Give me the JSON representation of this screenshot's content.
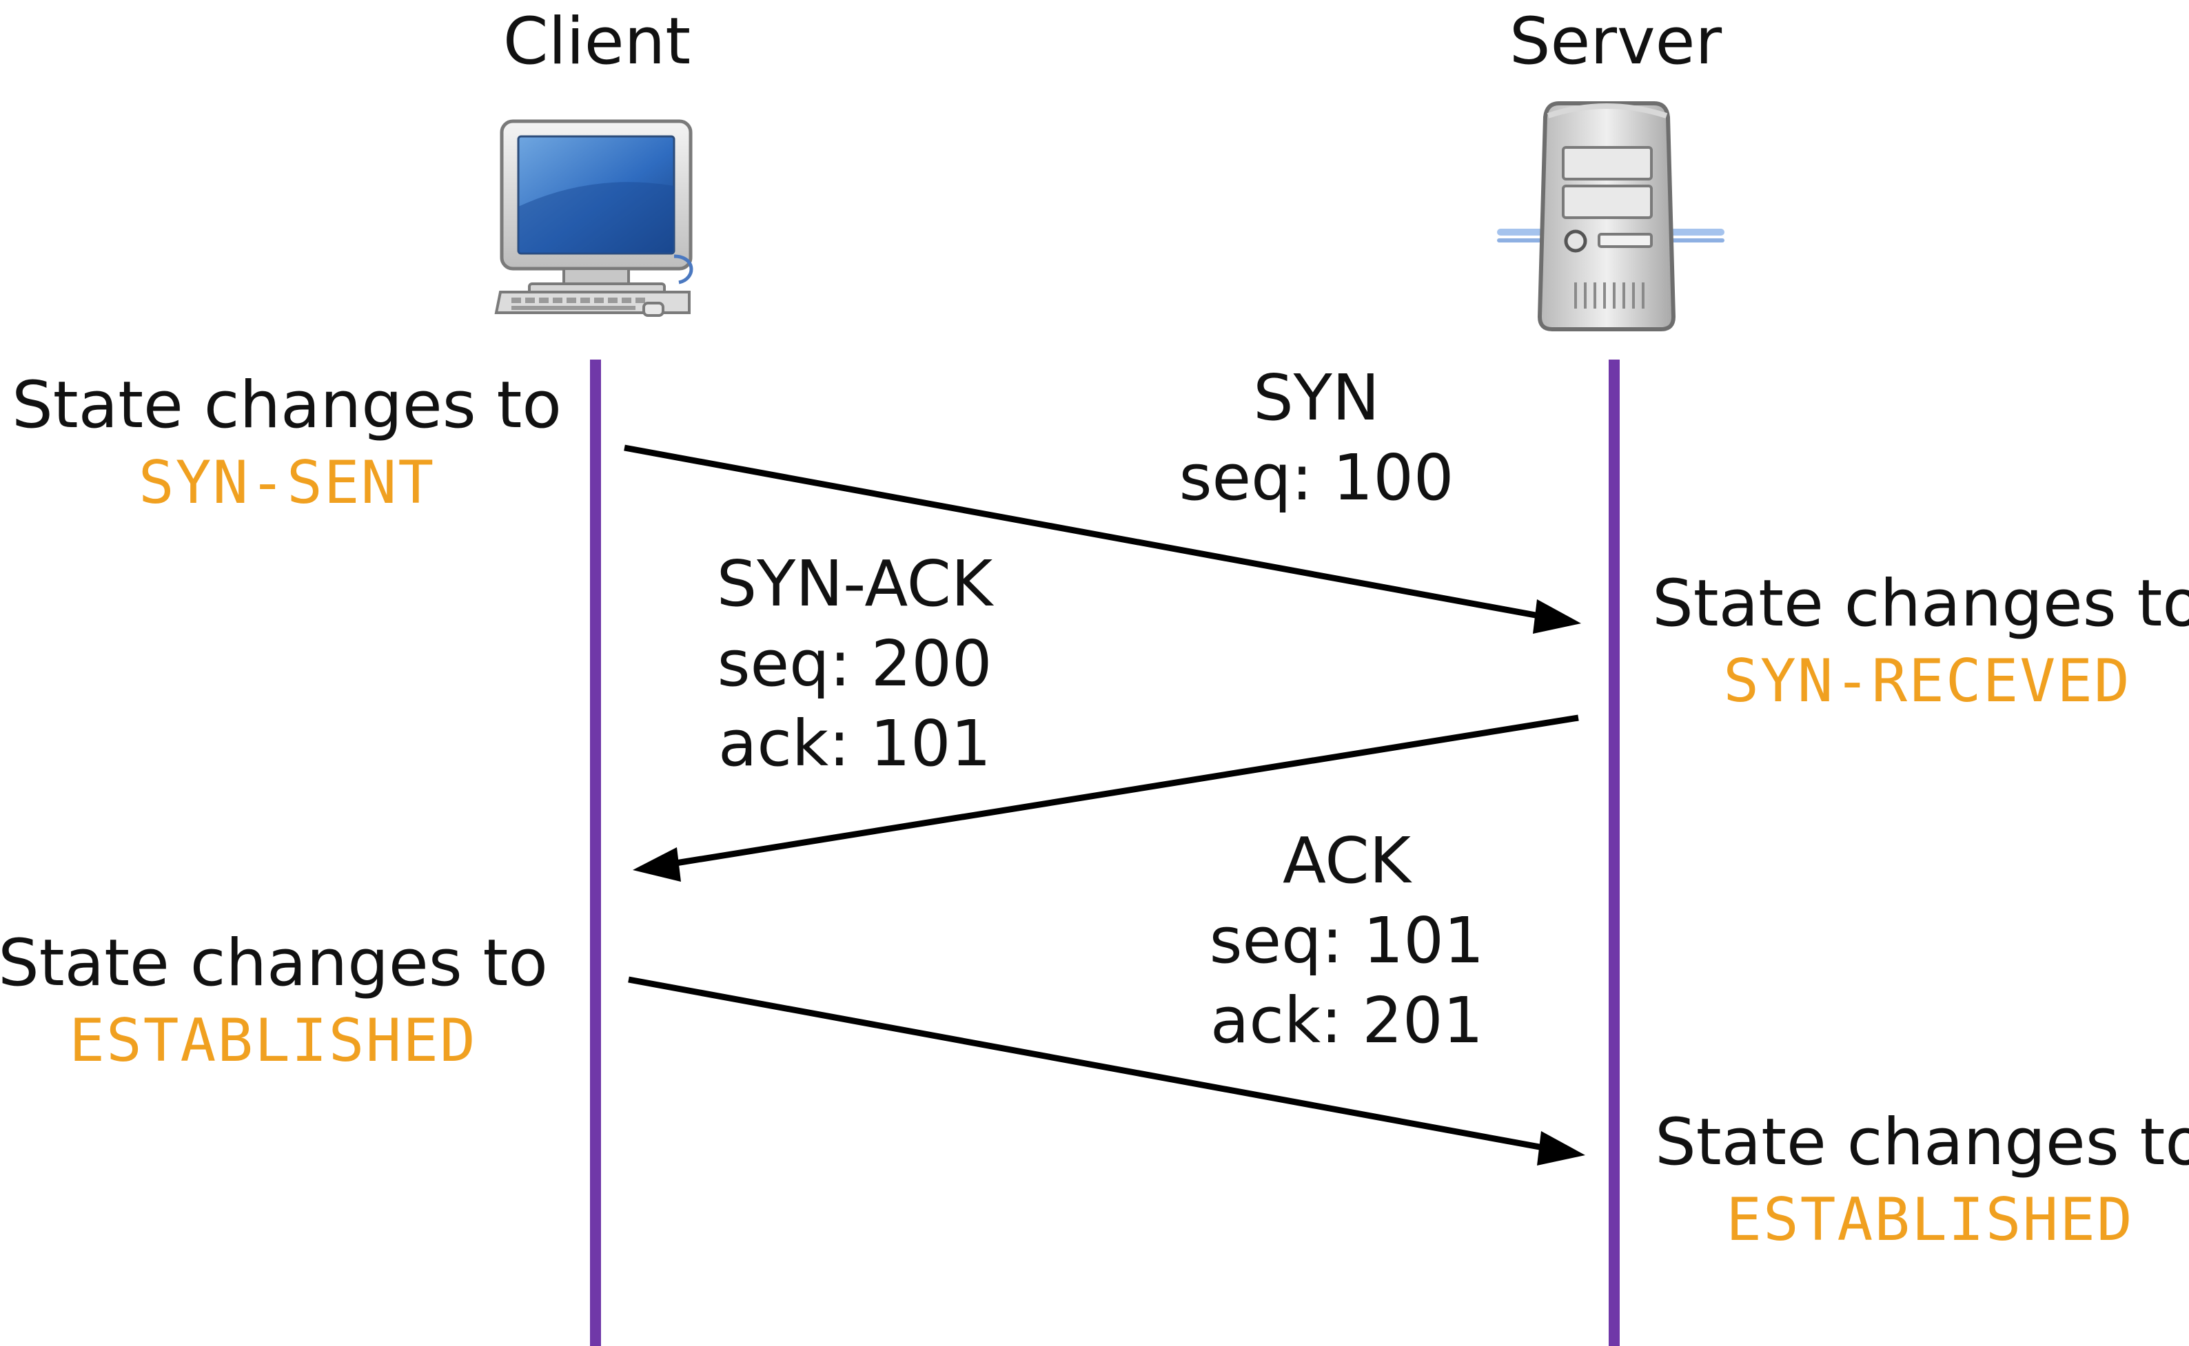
{
  "participants": {
    "client": {
      "title": "Client",
      "icon": "desktop-computer-icon"
    },
    "server": {
      "title": "Server",
      "icon": "server-tower-icon"
    }
  },
  "messages": [
    {
      "lines": [
        "SYN",
        "seq: 100"
      ],
      "direction": "client-to-server"
    },
    {
      "lines": [
        "SYN-ACK",
        "seq: 200",
        "ack: 101"
      ],
      "direction": "server-to-client"
    },
    {
      "lines": [
        "ACK",
        "seq: 101",
        "ack: 201"
      ],
      "direction": "client-to-server"
    }
  ],
  "states": [
    {
      "side": "client",
      "label": "State changes to",
      "value": "SYN-SENT"
    },
    {
      "side": "server",
      "label": "State changes to",
      "value": "SYN-RECEVED"
    },
    {
      "side": "client",
      "label": "State changes to",
      "value": "ESTABLISHED"
    },
    {
      "side": "server",
      "label": "State changes to",
      "value": "ESTABLISHED"
    }
  ],
  "colors": {
    "lifeline": "#7038A8",
    "state_value": "#F0A020",
    "arrow": "#000000",
    "text": "#111111"
  }
}
